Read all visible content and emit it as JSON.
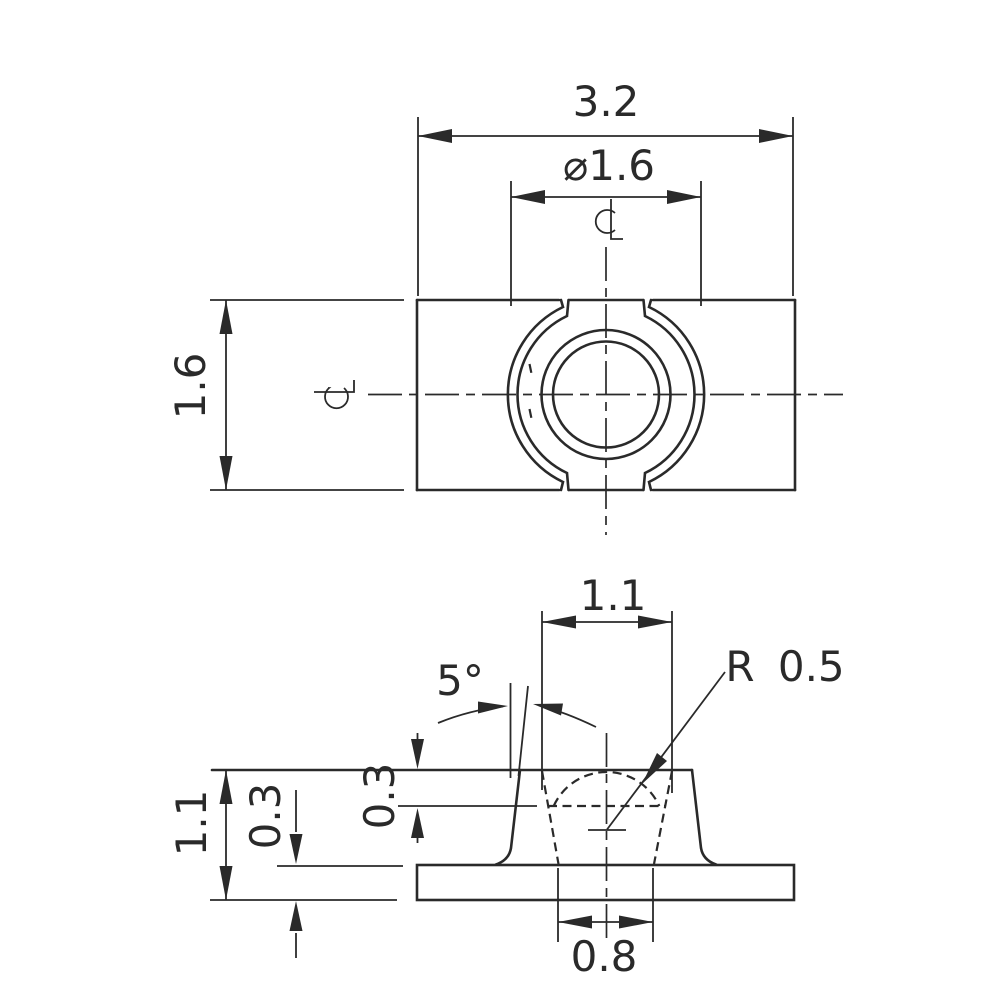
{
  "drawing": {
    "type": "technical-orthographic-drawing",
    "background": "#ffffff",
    "line_color": "#2a2a2a",
    "views": {
      "top": {
        "width": "3.2",
        "slot_diameter": "⌀1.6",
        "height": "1.6",
        "centerline_symbol_top": "℄",
        "centerline_symbol_left": "℄"
      },
      "front": {
        "recess_top_width": "1.1",
        "draft_angle": "5°",
        "dome_radius": "R 0.5",
        "overall_height": "1.1",
        "base_thickness": "0.3",
        "recess_depth": "0.3",
        "hole_bottom_width": "0.8"
      }
    }
  }
}
